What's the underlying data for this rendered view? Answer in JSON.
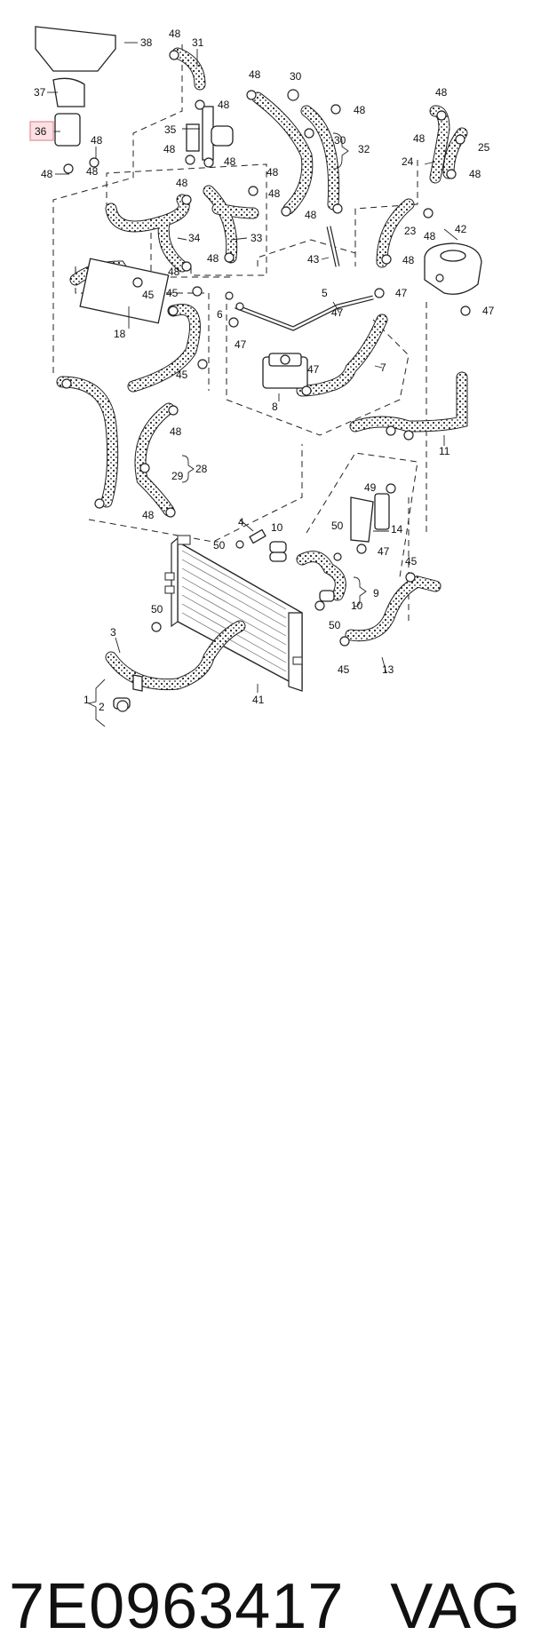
{
  "diagram": {
    "highlighted_callout": "36",
    "highlight_color": "#e8a0a8",
    "callouts": [
      "38",
      "31",
      "48",
      "37",
      "36",
      "48",
      "48",
      "35",
      "48",
      "48",
      "48",
      "30",
      "48",
      "48",
      "32",
      "30",
      "48",
      "48",
      "48",
      "34",
      "33",
      "48",
      "48",
      "45",
      "45",
      "18",
      "6",
      "45",
      "47",
      "48",
      "47",
      "43",
      "5",
      "47",
      "7",
      "47",
      "8",
      "48",
      "28",
      "29",
      "48",
      "11",
      "4",
      "10",
      "50",
      "23",
      "48",
      "42",
      "47",
      "49",
      "50",
      "14",
      "47",
      "9",
      "10",
      "45",
      "50",
      "3",
      "50",
      "45",
      "13",
      "41",
      "1",
      "2",
      "24",
      "25",
      "48",
      "48",
      "48",
      "48",
      "48"
    ],
    "hose_pattern": "dotted-hose"
  },
  "caption": {
    "part_number": "7E0963417",
    "brand": "VAG"
  }
}
